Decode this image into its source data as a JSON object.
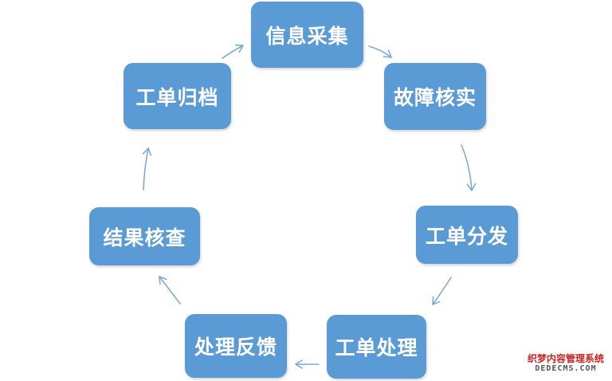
{
  "diagram": {
    "nodes": [
      {
        "id": "collect",
        "label": "信息采集"
      },
      {
        "id": "verify",
        "label": "故障核实"
      },
      {
        "id": "dispatch",
        "label": "工单分发"
      },
      {
        "id": "handle",
        "label": "工单处理"
      },
      {
        "id": "feedback",
        "label": "处理反馈"
      },
      {
        "id": "check",
        "label": "结果核查"
      },
      {
        "id": "archive",
        "label": "工单归档"
      }
    ],
    "edges": [
      {
        "from": "collect",
        "to": "verify"
      },
      {
        "from": "verify",
        "to": "dispatch"
      },
      {
        "from": "dispatch",
        "to": "handle"
      },
      {
        "from": "handle",
        "to": "feedback"
      },
      {
        "from": "feedback",
        "to": "check"
      },
      {
        "from": "check",
        "to": "archive"
      },
      {
        "from": "archive",
        "to": "collect"
      }
    ],
    "node_color": "#5b9bd5",
    "arrow_color": "#7ea9d6"
  },
  "watermark": {
    "line1": "织梦内容管理系统",
    "line2": "DEDECMS.COM"
  }
}
